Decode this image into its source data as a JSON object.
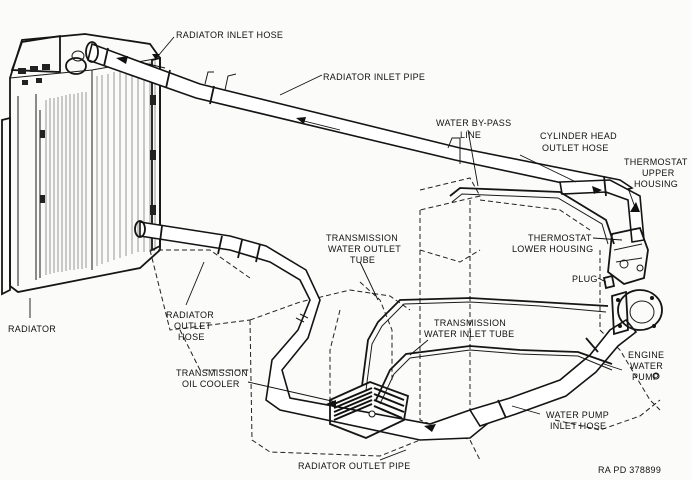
{
  "labels": {
    "radiator_inlet_hose": "RADIATOR INLET HOSE",
    "radiator_inlet_pipe": "RADIATOR INLET PIPE",
    "water_bypass_line_1": "WATER BY-PASS",
    "water_bypass_line_2": "LINE",
    "cyl_head_1": "CYLINDER HEAD",
    "cyl_head_2": "OUTLET HOSE",
    "thermo_upper_1": "THERMOSTAT",
    "thermo_upper_2": "UPPER",
    "thermo_upper_3": "HOUSING",
    "trans_outlet_1": "TRANSMISSION",
    "trans_outlet_2": "WATER OUTLET",
    "trans_outlet_3": "TUBE",
    "thermo_lower_1": "THERMOSTAT",
    "thermo_lower_2": "LOWER HOUSING",
    "plug": "PLUG",
    "radiator": "RADIATOR",
    "rad_outlet_hose_1": "RADIATOR",
    "rad_outlet_hose_2": "OUTLET",
    "rad_outlet_hose_3": "HOSE",
    "trans_inlet_1": "TRANSMISSION",
    "trans_inlet_2": "WATER INLET TUBE",
    "engine_pump_1": "ENGINE",
    "engine_pump_2": "WATER",
    "engine_pump_3": "PUMP",
    "trans_cooler_1": "TRANSMISSION",
    "trans_cooler_2": "OIL COOLER",
    "pump_inlet_1": "WATER PUMP",
    "pump_inlet_2": "INLET HOSE",
    "rad_outlet_pipe": "RADIATOR OUTLET PIPE",
    "ref": "RA PD 378899"
  }
}
